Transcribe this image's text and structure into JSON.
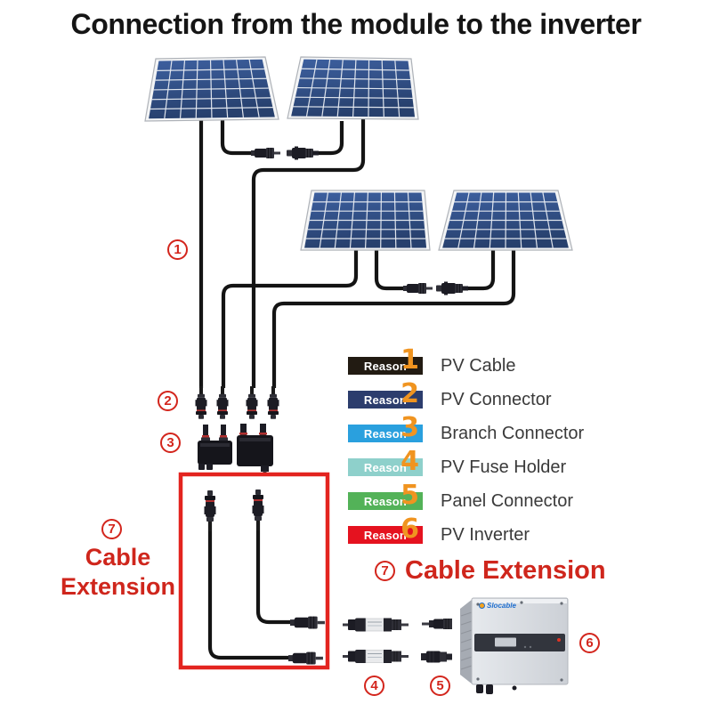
{
  "title": "Connection from the module to the inverter",
  "legend": {
    "number_color": "#f09420",
    "items": [
      {
        "number": "1",
        "badge": "Reason",
        "color": "#221b12",
        "label": "PV Cable"
      },
      {
        "number": "2",
        "badge": "Reason",
        "color": "#2c3d6d",
        "label": "PV Connector"
      },
      {
        "number": "3",
        "badge": "Reason",
        "color": "#2aa0de",
        "label": "Branch Connector"
      },
      {
        "number": "4",
        "badge": "Reason",
        "color": "#8ed0cb",
        "label": "PV Fuse Holder"
      },
      {
        "number": "5",
        "badge": "Reason",
        "color": "#53b258",
        "label": "Panel Connector"
      },
      {
        "number": "6",
        "badge": "Reason",
        "color": "#e5121f",
        "label": "PV Inverter"
      }
    ]
  },
  "markers": {
    "m1": "1",
    "m2": "2",
    "m3": "3",
    "m4": "4",
    "m5": "5",
    "m6": "6",
    "m7_left": "7",
    "m7_right": "7"
  },
  "cable_extension": {
    "left_line1": "Cable",
    "left_line2": "Extension",
    "right_label": "Cable Extension"
  },
  "inverter": {
    "brand": "Slocable"
  },
  "colors": {
    "accent_red": "#d3251c",
    "box_red": "#e3241f",
    "cable_black": "#141414",
    "panel_blue": "#2e4f86"
  }
}
